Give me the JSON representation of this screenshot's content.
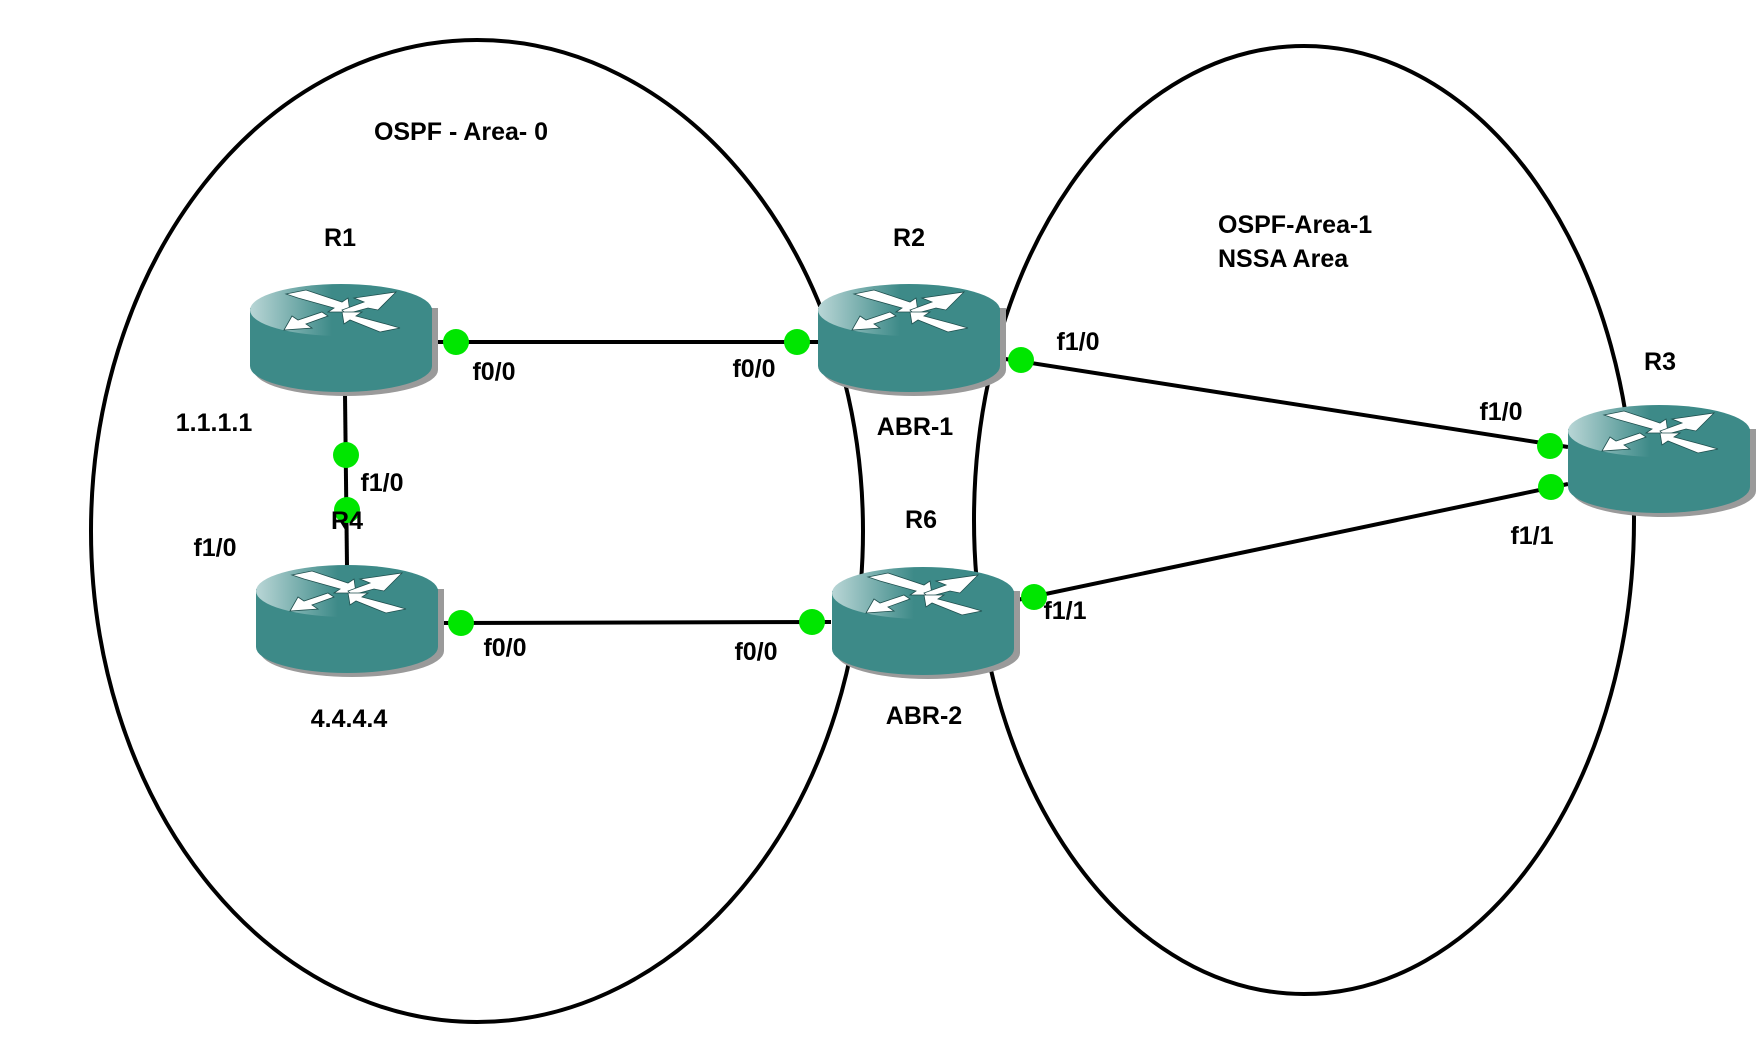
{
  "areas": [
    {
      "id": "area0",
      "label_lines": [
        "OSPF - Area- 0"
      ]
    },
    {
      "id": "area1",
      "label_lines": [
        "OSPF-Area-1",
        "NSSA Area"
      ]
    }
  ],
  "routers": [
    {
      "id": "R1",
      "name": "R1",
      "sublabel": "1.1.1.1"
    },
    {
      "id": "R2",
      "name": "R2",
      "sublabel": "ABR-1"
    },
    {
      "id": "R4",
      "name": "R4",
      "sublabel": "4.4.4.4"
    },
    {
      "id": "R6",
      "name": "R6",
      "sublabel": "ABR-2"
    },
    {
      "id": "R3",
      "name": "R3",
      "sublabel": ""
    }
  ],
  "links": [
    {
      "from": "R1",
      "from_if": "f0/0",
      "to": "R2",
      "to_if": "f0/0"
    },
    {
      "from": "R1",
      "from_if": "f1/0",
      "to": "R4",
      "to_if": "f1/0"
    },
    {
      "from": "R4",
      "from_if": "f0/0",
      "to": "R6",
      "to_if": "f0/0"
    },
    {
      "from": "R2",
      "from_if": "f1/0",
      "to": "R3",
      "to_if": "f1/0"
    },
    {
      "from": "R6",
      "from_if": "f1/1",
      "to": "R3",
      "to_if": "f1/1"
    }
  ],
  "colors": {
    "router_body": "#3d8a88",
    "router_top_light": "#b9d6d6",
    "router_shadow": "#9a9a9a",
    "port_dot": "#00e600",
    "line": "#000000"
  }
}
